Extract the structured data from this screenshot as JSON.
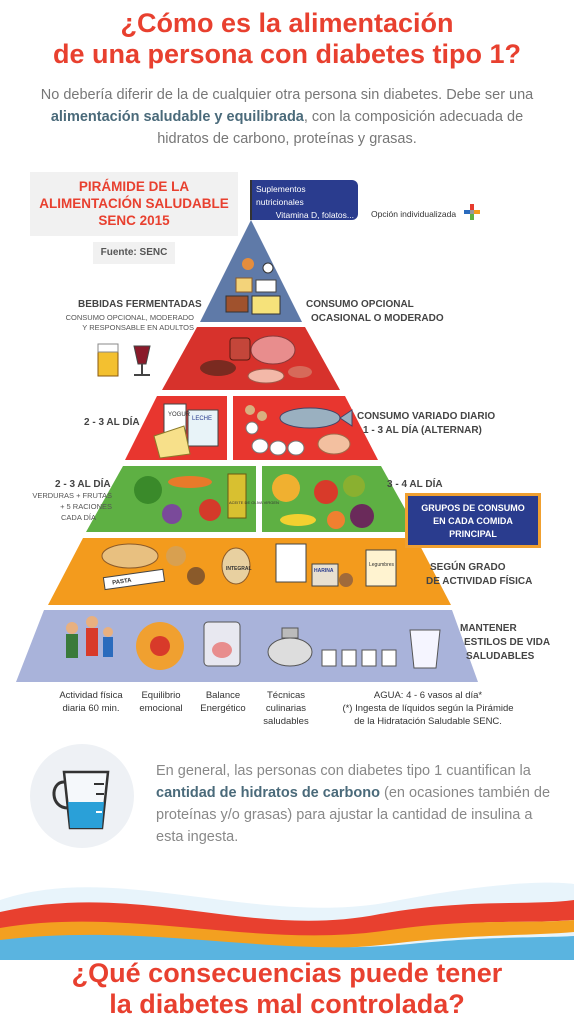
{
  "header": {
    "title_line1": "¿Cómo es la alimentación",
    "title_line2": "de una persona con diabetes tipo 1?",
    "intro_part1": "No debería diferir de la de cualquier otra persona sin diabetes. Debe ser una ",
    "intro_bold": "alimentación saludable y equilibrada",
    "intro_part2": ", con la composición adecuada de hidratos de carbono, proteínas y grasas."
  },
  "pyramid": {
    "title_line1": "PIRÁMIDE DE LA",
    "title_line2": "ALIMENTACIÓN SALUDABLE",
    "title_line3": "SENC 2015",
    "source": "Fuente: SENC",
    "flag_line1": "Suplementos nutricionales",
    "flag_line2": "Vitamina D, folatos...",
    "optional_label": "Opción individualizada",
    "left_labels": {
      "fermented_title": "BEBIDAS FERMENTADAS",
      "fermented_sub1": "CONSUMO OPCIONAL, MODERADO",
      "fermented_sub2": "Y RESPONSABLE EN ADULTOS",
      "dairy": "2 - 3 AL DÍA",
      "veg": "2 - 3 AL DÍA",
      "veg_sub1": "VERDURAS + FRUTAS",
      "veg_sub2": "+ 5 RACIONES",
      "veg_sub3": "CADA DÍA"
    },
    "right_labels": {
      "optional_line1": "CONSUMO OPCIONAL",
      "optional_line2": "OCASIONAL O MODERADO",
      "varied_line1": "CONSUMO VARIADO DIARIO",
      "varied_line2": "1 - 3 AL DÍA (ALTERNAR)",
      "fruit": "3 - 4 AL DÍA",
      "groups_line1": "GRUPOS DE CONSUMO",
      "groups_line2": "EN CADA COMIDA",
      "groups_line3": "PRINCIPAL",
      "activity_line1": "SEGÚN GRADO",
      "activity_line2": "DE ACTIVIDAD FÍSICA",
      "lifestyle_line1": "MANTENER",
      "lifestyle_line2": "ESTILOS DE VIDA",
      "lifestyle_line3": "SALUDABLES"
    },
    "package_labels": {
      "yogur": "YOGUR",
      "leche": "LECHE",
      "aceite": "ACEITE DE OLIVA VIRGEN",
      "pasta": "PASTA",
      "integral": "INTEGRAL",
      "harina": "HARINA",
      "legumbres": "Legumbres"
    },
    "bottom_labels": {
      "activity_line1": "Actividad física",
      "activity_line2": "diaria 60 min.",
      "emotional_line1": "Equilibrio",
      "emotional_line2": "emocional",
      "energy_line1": "Balance",
      "energy_line2": "Energético",
      "culinary_line1": "Técnicas",
      "culinary_line2": "culinarias",
      "culinary_line3": "saludables",
      "water_line1": "AGUA: 4 - 6 vasos al día*",
      "water_line2": "(*) Ingesta de líquidos según la Pirámide",
      "water_line3": "de la Hidratación Saludable SENC."
    },
    "colors": {
      "tier1": "#5f7aa8",
      "tier2": "#d7322c",
      "tier3": "#e8362f",
      "tier4": "#5eb043",
      "tier5": "#f39b1d",
      "tier6": "#a9b3da"
    }
  },
  "carbs": {
    "part1": "En general, las personas con diabetes tipo 1 cuantifican la ",
    "bold": "cantidad de hidratos de carbono",
    "part2": " (en ocasiones también de proteínas y/o grasas) para ajustar la cantidad de insulina a esta ingesta."
  },
  "footer": {
    "title_line1": "¿Qué consecuencias puede tener",
    "title_line2": "la diabetes mal controlada?"
  }
}
